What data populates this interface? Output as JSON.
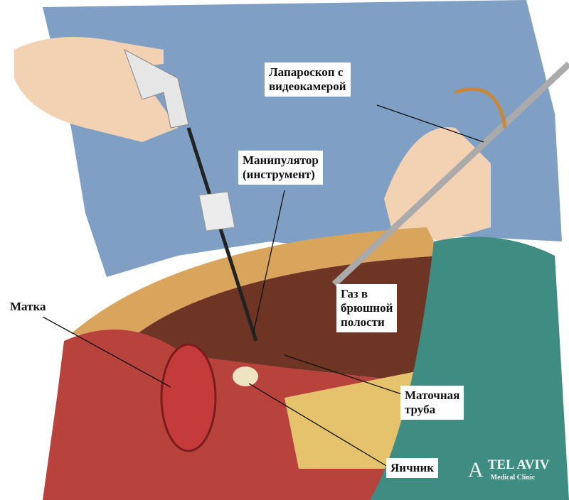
{
  "labels": {
    "laparoscope": [
      "Лапароскоп с",
      "видеокамерой"
    ],
    "manipulator": [
      "Манипулятор",
      "(инструмент)"
    ],
    "gas": [
      "Газ в",
      "брюшной",
      "полости"
    ],
    "uterus": "Матка",
    "tube": [
      "Маточная",
      "труба"
    ],
    "ovary": "Яичник"
  },
  "logo": {
    "mark": "A",
    "title": "TEL AVIV",
    "subtitle": "Medical Clinic"
  },
  "colors": {
    "shirt": "#7f9fc4",
    "drape": "#3f8c82",
    "tissue": "#b8423c",
    "cavity": "#6e3424",
    "skin": "#f3d2b4"
  }
}
